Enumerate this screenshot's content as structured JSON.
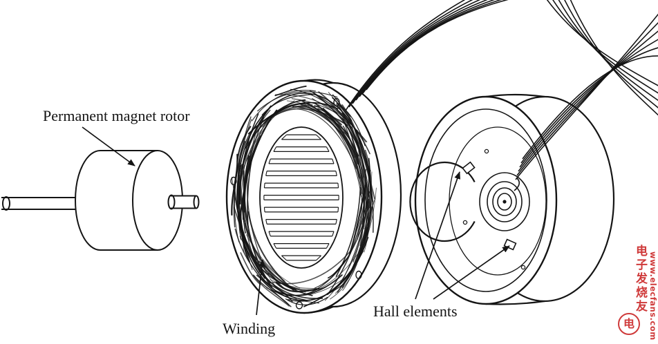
{
  "diagram": {
    "labels": {
      "rotor": "Permanent magnet rotor",
      "winding": "Winding",
      "hall_elements": "Hall elements"
    }
  },
  "watermark": {
    "logo_char": "电",
    "brand": "电子发烧友",
    "site": "www.elecfans.com",
    "color": "#cf3a3a"
  },
  "colors": {
    "ink": "#141414",
    "background": "#ffffff"
  }
}
